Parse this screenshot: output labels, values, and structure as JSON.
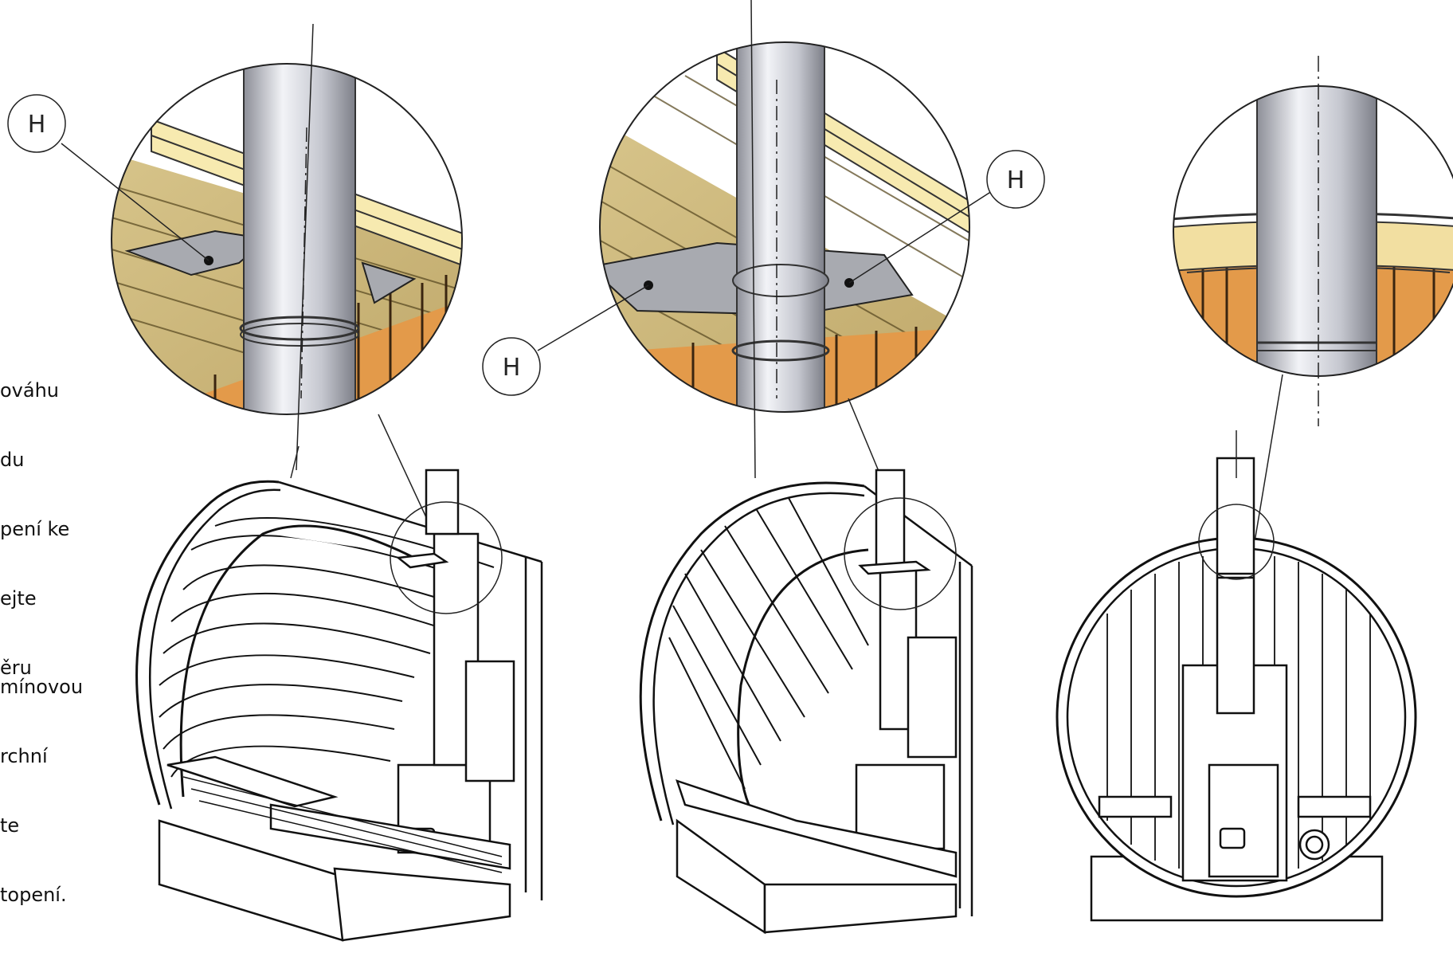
{
  "instructions": {
    "block1": [
      "ováhu",
      "du",
      "pení ke",
      "ejte",
      "ěru"
    ],
    "block2": [
      "mínovou",
      "rchní",
      "te",
      "topení."
    ]
  },
  "callout_label": "H",
  "colors": {
    "wood_light": "#e8d9a0",
    "wood_orange": "#e5a35a",
    "pipe": "#c9cbd3",
    "plate": "#a7a9af",
    "line": "#111111"
  }
}
